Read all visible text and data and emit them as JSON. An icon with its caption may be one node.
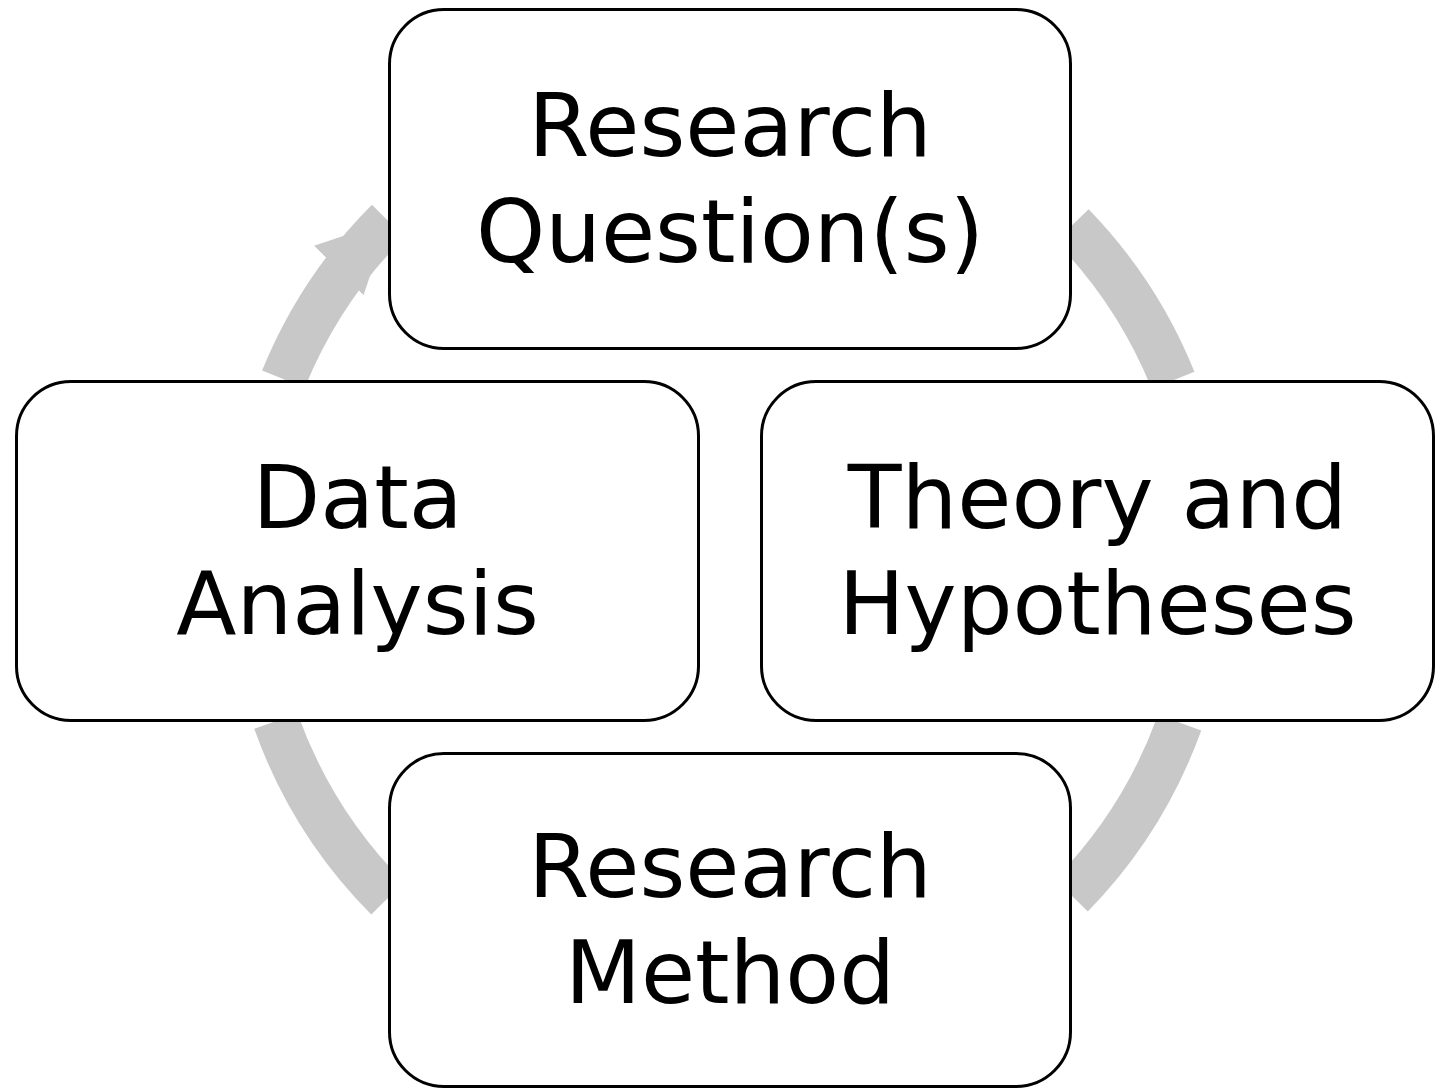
{
  "diagram": {
    "nodes": [
      {
        "text": [
          "Research Question(s)"
        ]
      },
      {
        "text": [
          "Theory and Hypotheses"
        ]
      },
      {
        "text": [
          "Research Method"
        ]
      },
      {
        "text": [
          "Data Analysis"
        ]
      }
    ],
    "edges": [
      {
        "from": 0,
        "to": 1,
        "arrow": "none"
      },
      {
        "from": 1,
        "to": 2,
        "arrow": "none"
      },
      {
        "from": 2,
        "to": 3,
        "arrow": "none"
      },
      {
        "from": 3,
        "to": 0,
        "arrow": "to"
      }
    ]
  }
}
